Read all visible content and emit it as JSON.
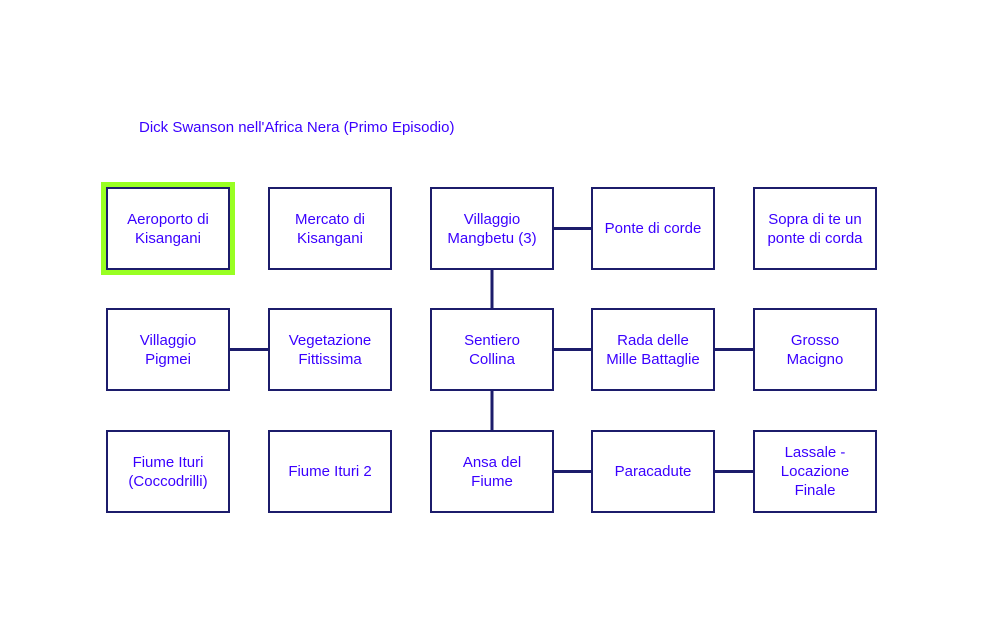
{
  "title": "Dick Swanson nell'Africa Nera (Primo Episodio)",
  "selected_color": "#99ff22",
  "rooms": [
    {
      "label": "Aeroporto di Kisangani",
      "row": 0,
      "col": 0,
      "selected": true
    },
    {
      "label": "Mercato di Kisangani",
      "row": 0,
      "col": 1
    },
    {
      "label": "Villaggio Mangbetu (3)",
      "row": 0,
      "col": 2
    },
    {
      "label": "Ponte di corde",
      "row": 0,
      "col": 3
    },
    {
      "label": "Sopra di te un ponte di corda",
      "row": 0,
      "col": 4
    },
    {
      "label": "Villaggio Pigmei",
      "row": 1,
      "col": 0
    },
    {
      "label": "Vegetazione Fittissima",
      "row": 1,
      "col": 1
    },
    {
      "label": "Sentiero Collina",
      "row": 1,
      "col": 2
    },
    {
      "label": "Rada delle Mille Battaglie",
      "row": 1,
      "col": 3
    },
    {
      "label": "Grosso Macigno",
      "row": 1,
      "col": 4
    },
    {
      "label": "Fiume Ituri (Coccodrilli)",
      "row": 2,
      "col": 0
    },
    {
      "label": "Fiume Ituri 2",
      "row": 2,
      "col": 1
    },
    {
      "label": "Ansa del Fiume",
      "row": 2,
      "col": 2
    },
    {
      "label": "Paracadute",
      "row": 2,
      "col": 3
    },
    {
      "label": "Lassale - Locazione Finale",
      "row": 2,
      "col": 4
    }
  ],
  "connections": [
    [
      2,
      3
    ],
    [
      2,
      7
    ],
    [
      7,
      12
    ],
    [
      5,
      6
    ],
    [
      7,
      8
    ],
    [
      8,
      9
    ],
    [
      12,
      13
    ],
    [
      13,
      14
    ]
  ]
}
